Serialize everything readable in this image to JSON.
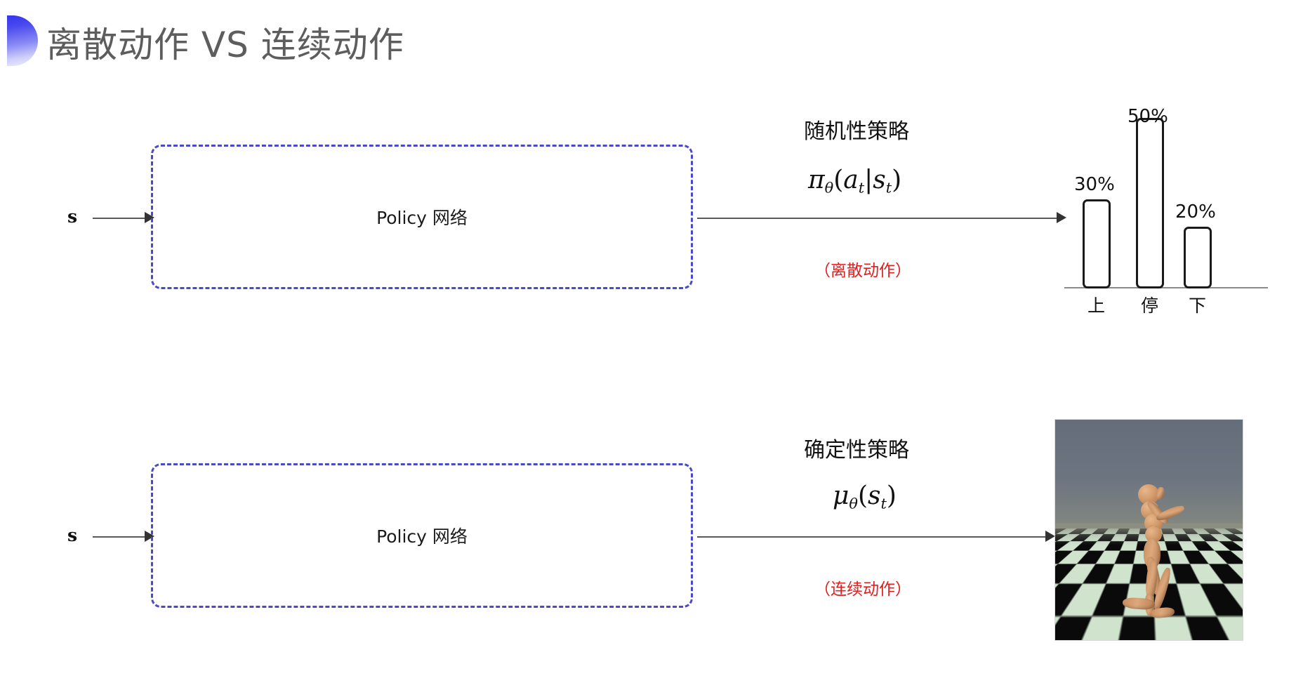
{
  "slide": {
    "title": "离散动作 VS 连续动作",
    "accent_color": "#3535f0",
    "title_color": "#5d5d5d",
    "box_border_color": "#4a4ac8",
    "note_color": "#e02020",
    "background": "#ffffff"
  },
  "rows": [
    {
      "id": "discrete",
      "input_label": "s",
      "network_label": "Policy 网络",
      "policy_kind": "随机性策略",
      "formula_plain": "π_θ(a_t|s_t)",
      "formula": {
        "head": "π",
        "head_sub": "θ",
        "open": "(",
        "arg1": "a",
        "arg1_sub": "t",
        "bar": "|",
        "arg2": "s",
        "arg2_sub": "t",
        "close": ")"
      },
      "action_note": "（离散动作）"
    },
    {
      "id": "continuous",
      "input_label": "s",
      "network_label": "Policy 网络",
      "policy_kind": "确定性策略",
      "formula_plain": "μ_θ(s_t)",
      "formula": {
        "head": "μ",
        "head_sub": "θ",
        "open": "(",
        "arg1": "s",
        "arg1_sub": "t",
        "bar": "",
        "arg2": "",
        "arg2_sub": "",
        "close": ")"
      },
      "action_note": "（连续动作）"
    }
  ],
  "chart_data": {
    "type": "bar",
    "title": "",
    "xlabel": "",
    "ylabel": "",
    "categories": [
      "上",
      "停",
      "下"
    ],
    "values": [
      30,
      50,
      20
    ],
    "value_labels": [
      "30%",
      "50%",
      "20%"
    ],
    "ylim": [
      0,
      60
    ],
    "grid": false,
    "legend": "none",
    "bar_style": {
      "fill": "#ffffff",
      "stroke": "#1a1a1a",
      "rounded": true
    },
    "axis_color": "#8b8b8b"
  },
  "simulation_image": {
    "name": "mujoco-humanoid-render",
    "alt": "Humanoid 机器人仿真画面",
    "sky_color": "#6d7581",
    "floor_light": "#cfe3cd",
    "floor_dark": "#0a0a0a",
    "body_color": "#d39c6c"
  }
}
